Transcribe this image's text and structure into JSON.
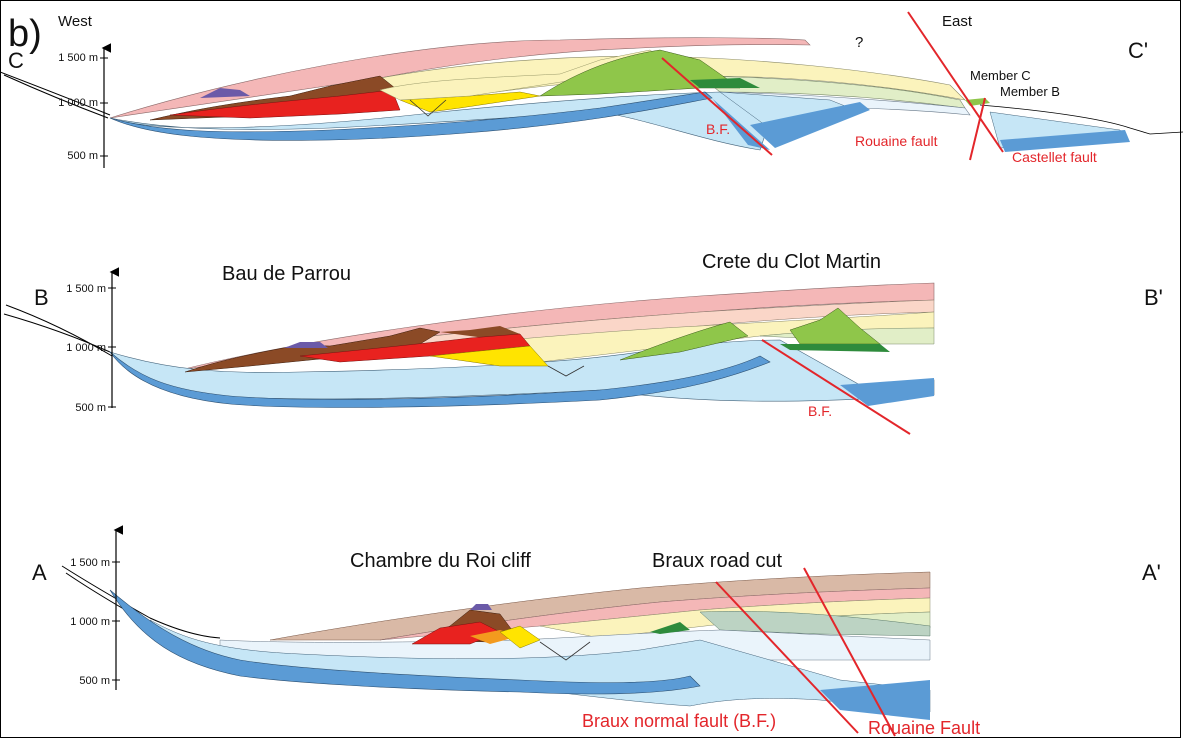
{
  "panel_label": "b)",
  "layer_colors": {
    "basement_dark_blue": "#5b9bd5",
    "light_blue": "#c6e6f6",
    "pale_blue": "#eaf4fb",
    "yellow": "#ffe400",
    "orange": "#f39a1e",
    "red": "#e8221f",
    "brown": "#8b4a26",
    "purple": "#6b5aa8",
    "light_green": "#8fc64a",
    "dark_green": "#2e8b3c",
    "pink": "#f4b7b7",
    "tan": "#d9b9a6",
    "pale_yellow": "#fbf3bc",
    "pale_green": "#e1eec7",
    "grey_green": "#bcd3c3",
    "fault_red": "#e3262b"
  },
  "sections": [
    {
      "id": "C",
      "start_label": "C",
      "end_label": "C'",
      "west_label": "West",
      "east_label": "East",
      "question_mark": "?",
      "elevation_ticks": [
        "1 500 m",
        "1 000 m",
        "500 m"
      ],
      "annotations": [
        "Member C",
        "Member B"
      ],
      "fault_labels": [
        "B.F.",
        "Rouaine fault",
        "Castellet fault"
      ]
    },
    {
      "id": "B",
      "start_label": "B",
      "end_label": "B'",
      "elevation_ticks": [
        "1 500 m",
        "1 000 m",
        "500 m"
      ],
      "locality_labels": [
        "Bau de Parrou",
        "Crete du Clot Martin"
      ],
      "fault_labels": [
        "B.F."
      ]
    },
    {
      "id": "A",
      "start_label": "A",
      "end_label": "A'",
      "elevation_ticks": [
        "1 500 m",
        "1 000 m",
        "500 m"
      ],
      "locality_labels": [
        "Chambre du Roi cliff",
        "Braux road cut"
      ],
      "fault_labels": [
        "Braux normal fault (B.F.)",
        "Rouaine Fault"
      ]
    }
  ]
}
